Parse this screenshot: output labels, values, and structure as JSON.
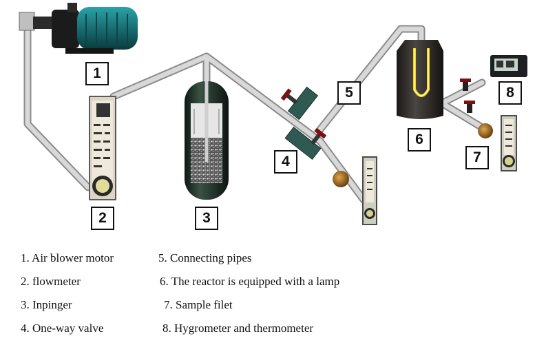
{
  "labels": [
    "1",
    "2",
    "3",
    "4",
    "5",
    "6",
    "7",
    "8"
  ],
  "legend": [
    "1. Air blower motor",
    "2. flowmeter",
    "3. Inpinger",
    "4. One-way valve",
    "5. Connecting pipes",
    "6. The reactor is equipped with a lamp",
    "7. Sample filet",
    "8. Hygrometer and thermometer"
  ],
  "components": [
    {
      "id": "air-blower-motor",
      "label": "1"
    },
    {
      "id": "flowmeter",
      "label": "2"
    },
    {
      "id": "impinger",
      "label": "3"
    },
    {
      "id": "one-way-valve",
      "label": "4"
    },
    {
      "id": "connecting-pipes",
      "label": "5"
    },
    {
      "id": "reactor-with-lamp",
      "label": "6"
    },
    {
      "id": "sample-filet",
      "label": "7"
    },
    {
      "id": "hygrometer-thermometer",
      "label": "8"
    }
  ],
  "colors": {
    "pipe": "#c8c8c8",
    "pipe_outline": "#8a8a8a",
    "motor": "#1e7f84",
    "reactor": "#2c2a28",
    "lamp": "#f2d21b",
    "impinger": "#1d2b22",
    "orange_valve": "#a06a1e",
    "border": "#111111"
  }
}
